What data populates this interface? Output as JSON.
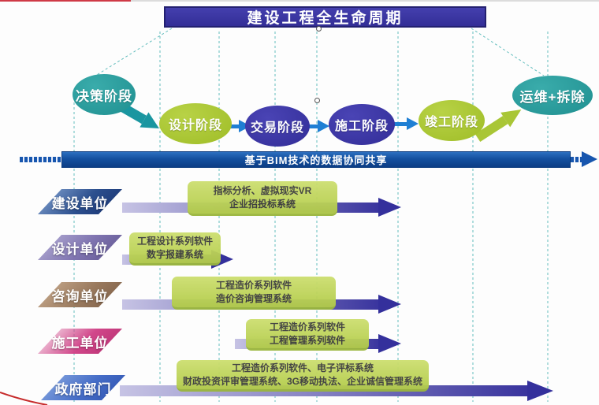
{
  "banner": {
    "title": "建设工程全生命周期"
  },
  "stages": [
    {
      "label": "决策阶段",
      "color": "#2a9a9b"
    },
    {
      "label": "设计阶段",
      "color": "#a9c636"
    },
    {
      "label": "交易阶段",
      "color": "#3a35a2"
    },
    {
      "label": "施工阶段",
      "color": "#3a35a2"
    },
    {
      "label": "竣工阶段",
      "color": "#a9c636"
    },
    {
      "label": "运维+拆除",
      "color": "#2a9a9b"
    }
  ],
  "bim_bar": {
    "label": "基于BIM技术的数据协同共享",
    "color": "#14509f"
  },
  "rows": [
    {
      "org": "建设单位",
      "org_color": "#1d3a78",
      "systems": [
        "指标分析、虚拟现实VR",
        "企业招投标系统"
      ]
    },
    {
      "org": "设计单位",
      "org_color": "#6f64a4",
      "systems": [
        "工程设计系列软件",
        "数字报建系统"
      ]
    },
    {
      "org": "咨询单位",
      "org_color": "#8a6a50",
      "systems": [
        "工程造价系列软件",
        "造价咨询管理系统"
      ]
    },
    {
      "org": "施工单位",
      "org_color": "#c2337a",
      "systems": [
        "工程造价系列软件",
        "工程管理系列软件"
      ]
    },
    {
      "org": "政府部门",
      "org_color": "#3458b8",
      "systems": [
        "工程造价系列软件、电子评标系统",
        "财政投资评审管理系统、3G移动执法、企业诚信管理系统"
      ]
    }
  ],
  "accent_colors": {
    "box_green": "#b2cb49",
    "arrow_gradient_end": "#34309c",
    "guide_teal": "#2fa8a8",
    "marker_red": "#cf3a46"
  }
}
